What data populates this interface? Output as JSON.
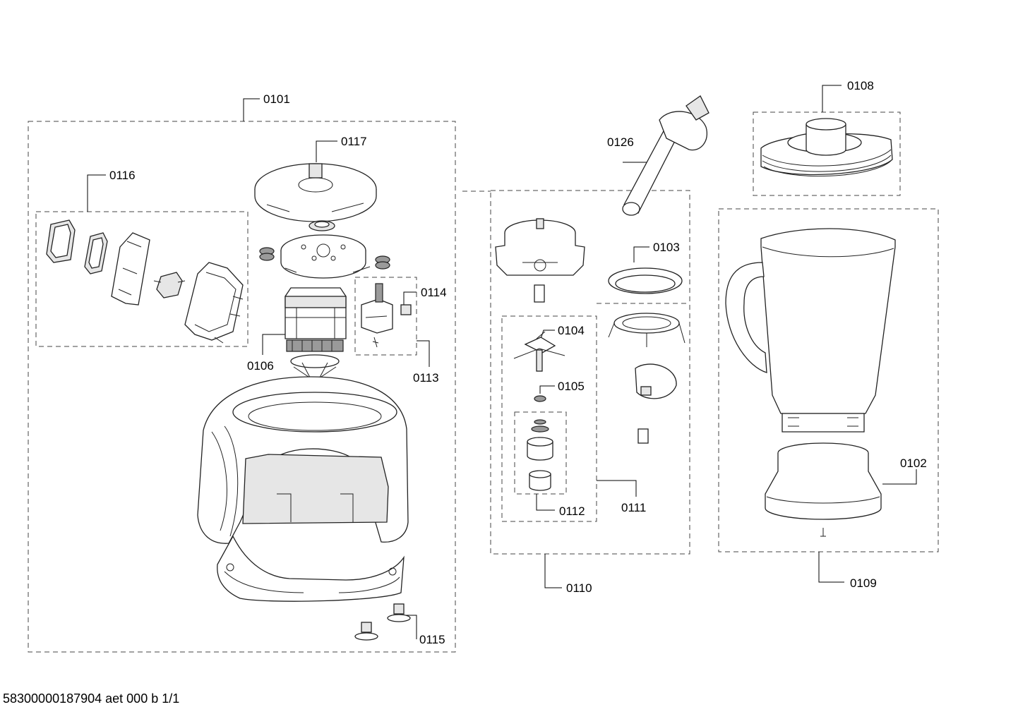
{
  "document_id": "58300000187904 aet 000 b 1/1",
  "labels": {
    "p0101": "0101",
    "p0102": "0102",
    "p0103": "0103",
    "p0104": "0104",
    "p0105": "0105",
    "p0106": "0106",
    "p0108": "0108",
    "p0109": "0109",
    "p0110": "0110",
    "p0111": "0111",
    "p0112": "0112",
    "p0113": "0113",
    "p0114": "0114",
    "p0115": "0115",
    "p0116": "0116",
    "p0117": "0117",
    "p0126": "0126"
  }
}
